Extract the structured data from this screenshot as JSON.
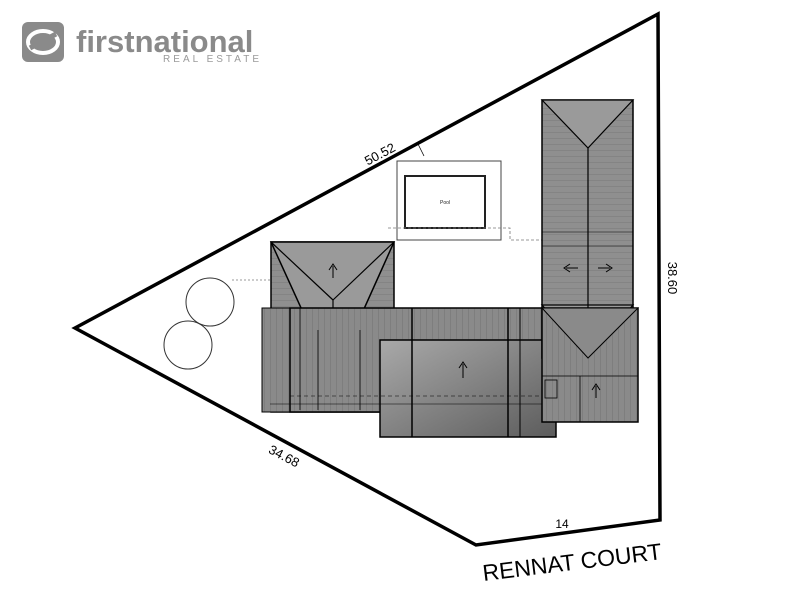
{
  "brand": {
    "name": "firstnational",
    "tagline": "REAL ESTATE",
    "colors": {
      "logo": "#8a8a8a"
    }
  },
  "site_plan": {
    "street": "RENNAT COURT",
    "boundaries": {
      "north_west": "50.52",
      "east": "38.60",
      "south_west": "34.68",
      "frontage": "14"
    },
    "pool_label": "Pool",
    "colors": {
      "roof": "#8e8e8e",
      "roof_dark": "#6a6a6a",
      "line": "#000000"
    }
  }
}
